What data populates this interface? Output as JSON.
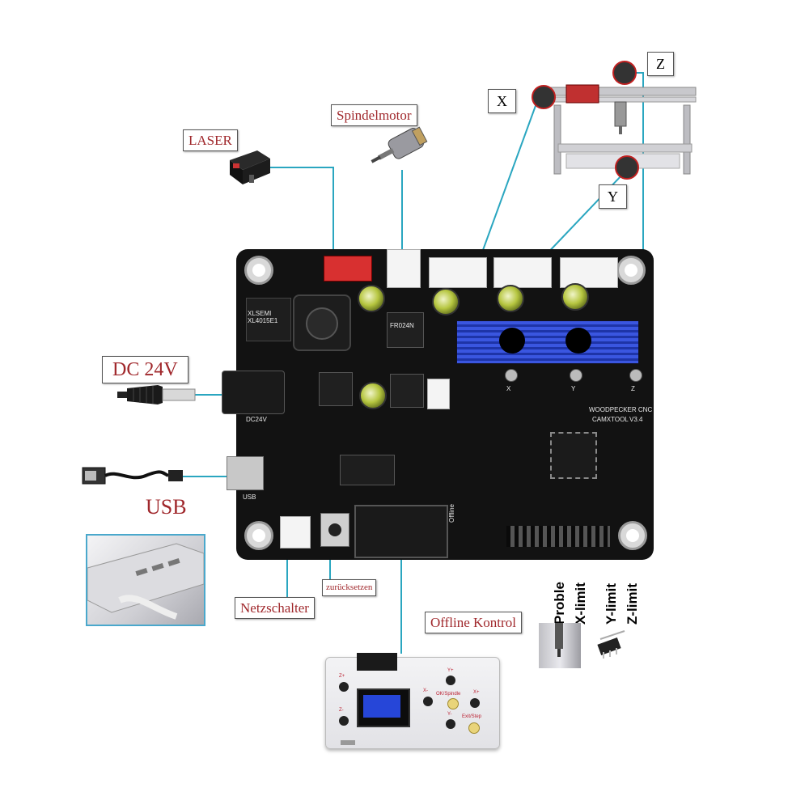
{
  "labels": {
    "laser": "LASER",
    "spindle": "Spindelmotor",
    "x": "X",
    "y": "Y",
    "z": "Z",
    "dc": "DC 24V",
    "usb": "USB",
    "power_switch": "Netzschalter",
    "reset": "zurücksetzen",
    "offline": "Offline Kontrol"
  },
  "limit_labels": [
    "Proble",
    "X-limit",
    "Y-limit",
    "Z-limit"
  ],
  "board_silk": {
    "brand": "WOODPECKER CNC",
    "model": "CAMXTOOL",
    "version": "V3.4",
    "dc": "DC24V",
    "usb": "USB",
    "offline": "Offline",
    "axis_x": "X",
    "axis_y": "Y",
    "axis_z": "Z",
    "chip1": "XLSEMI XL4015E1",
    "chip2": "FR024N"
  },
  "remote": {
    "buttons": [
      "Z+",
      "Z-",
      "Y+",
      "Y-",
      "X-",
      "X+",
      "OK/Spindle",
      "Exit/Step"
    ]
  },
  "colors": {
    "label_text": "#a0282c",
    "line": "#2aa6c0",
    "board": "#111111",
    "heatsink": "#2d47c8"
  }
}
